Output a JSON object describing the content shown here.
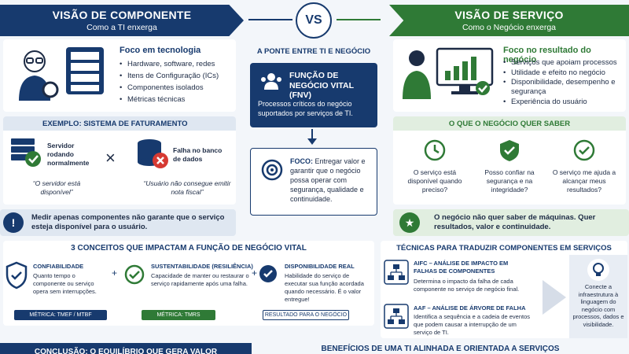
{
  "header_left": {
    "title": "VISÃO DE COMPONENTE",
    "subtitle": "Como a TI enxerga"
  },
  "header_right": {
    "title": "VISÃO DE SERVIÇO",
    "subtitle": "Como o Negócio enxerga"
  },
  "vs_label": "VS",
  "tech_focus": {
    "title": "Foco em tecnologia",
    "items": [
      "Hardware, software, redes",
      "Itens de Configuração (ICs)",
      "Componentes isolados",
      "Métricas técnicas"
    ]
  },
  "center": {
    "bridge_title": "A PONTE ENTRE TI E NEGÓCIO",
    "fnv_title_1": "FUNÇÃO DE",
    "fnv_title_2": "NEGÓCIO VITAL (FNV)",
    "fnv_desc": "Processos críticos do negócio suportados por serviços de TI.",
    "focus_label": "FOCO:",
    "focus_text": " Entregar valor e garantir que o negócio possa operar com segurança, qualidade e continuidade."
  },
  "business_focus": {
    "title": "Foco no resultado do negócio",
    "items": [
      "Serviços que apoiam processos",
      "Utilidade e efeito no negócio",
      "Disponibilidade, desempenho e segurança",
      "Experiência do usuário"
    ]
  },
  "example": {
    "title": "EXEMPLO: SISTEMA DE FATURAMENTO",
    "server_status": "Servidor rodando normalmente",
    "server_quote": "“O servidor está disponível”",
    "db_status": "Falha no banco de dados",
    "db_quote": "“Usuário não consegue emitir nota fiscal”"
  },
  "business_wants": {
    "title": "O QUE O NEGÓCIO QUER SABER",
    "q1": "O serviço está disponível quando preciso?",
    "q2": "Posso confiar na segurança e na integridade?",
    "q3": "O serviço me ajuda a alcançar meus resultados?"
  },
  "warning_left": "Medir apenas componentes não garante que o serviço esteja disponível para o usuário.",
  "warning_right": "O negócio não quer saber de máquinas. Quer resultados, valor e continuidade.",
  "concepts": {
    "title": "3 CONCEITOS QUE IMPACTAM A FUNÇÃO DE NEGÓCIO VITAL",
    "c1_title": "CONFIABILIDADE",
    "c1_desc": "Quanto tempo o componente ou serviço opera sem interrupções.",
    "c1_metric": "MÉTRICA: TMEF / MTBF",
    "c2_title": "SUSTENTABILIDADE (RESILIÊNCIA)",
    "c2_desc": "Capacidade de manter ou restaurar o serviço rapidamente após uma falha.",
    "c2_metric": "MÉTRICA: TMRS",
    "c3_title": "DISPONIBILIDADE REAL",
    "c3_desc": "Habilidade do serviço de executar sua função acordada quando necessário. É o valor entregue!",
    "c3_metric": "RESULTADO PARA O NEGÓCIO",
    "plus": "+"
  },
  "techniques": {
    "title": "TÉCNICAS PARA TRADUZIR COMPONENTES EM SERVIÇOS",
    "t1_title": "AIFC – ANÁLISE DE IMPACTO EM FALHAS DE COMPONENTES",
    "t1_desc": "Determina o impacto da falha de cada componente no serviço de negócio final.",
    "t2_title": "AAF – ANÁLISE DE ÁRVORE DE FALHA",
    "t2_desc": "Identifica a sequência e a cadeia de eventos que podem causar a interrupção de um serviço de TI.",
    "bulb_text": "Conecte a infraestrutura à linguagem do negócio com processos, dados e visibilidade."
  },
  "bottom_left": "CONCLUSÃO: O EQUILÍBRIO QUE GERA VALOR",
  "bottom_right": "BENEFÍCIOS DE UMA TI ALINHADA E ORIENTADA A SERVIÇOS",
  "colors": {
    "navy": "#173a6e",
    "green": "#2f7a36",
    "red": "#d63a33"
  }
}
